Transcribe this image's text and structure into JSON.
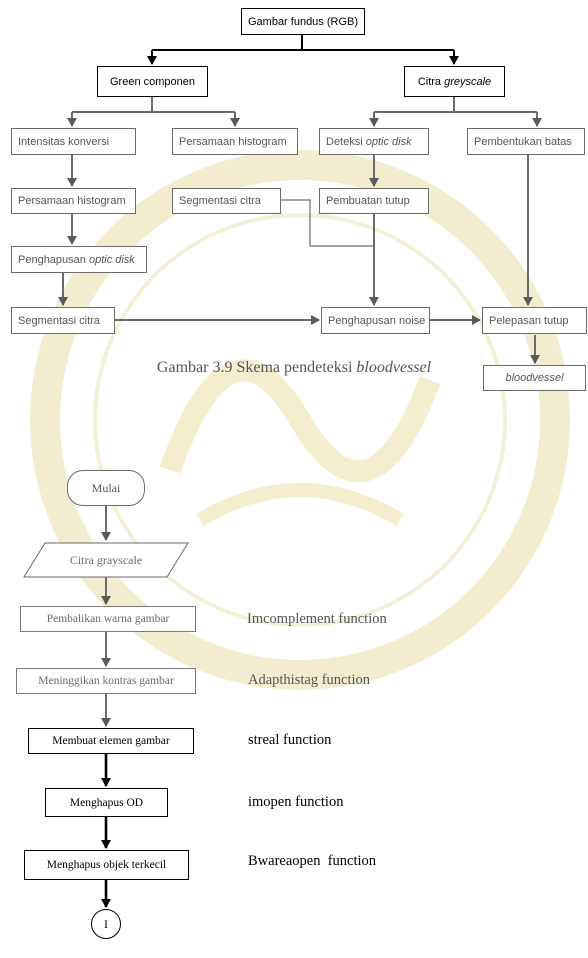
{
  "top": {
    "root": "Gambar fundus (RGB)",
    "green": "Green componen",
    "citra_prefix": "Citra ",
    "citra_em": "greyscale",
    "intensitas": "Intensitas konversi",
    "persamaan_right": "Persamaan histogram",
    "deteksi_prefix": "Deteksi ",
    "deteksi_em": "optic disk",
    "pembentukan": "Pembentukan batas",
    "persamaan_left": "Persamaan histogram",
    "segmentasi_mid": "Segmentasi citra",
    "pembuatan": "Pembuatan tutup",
    "penghapusan_prefix": "Penghapusan ",
    "penghapusan_em": "optic disk",
    "segmentasi_left": "Segmentasi citra",
    "noise": "Penghapusan noise",
    "pelepasan": "Pelepasan tutup",
    "bloodvessel": "bloodvessel"
  },
  "caption": {
    "prefix": "Gambar 3.9 Skema pendeteksi ",
    "em": "bloodvessel"
  },
  "flow": {
    "mulai": "Mulai",
    "citra": "Citra grayscale",
    "pembalikan": "Pembalikan warna gambar",
    "meninggikan": "Meninggikan kontras gambar",
    "membuat": "Membuat elemen gambar",
    "menghapus_od": "Menghapus OD",
    "menghapus_objek": "Menghapus objek terkecil",
    "connector": "I"
  },
  "functions": {
    "f1": "Imcomplement function",
    "f2": "Adapthistag function",
    "f3": "streal function",
    "f4": "imopen function",
    "f5": "Bwareaopen  function"
  },
  "colors": {
    "watermark": "#efe7c0",
    "line_gray": "#6b6b6b",
    "line_black": "#000000"
  }
}
